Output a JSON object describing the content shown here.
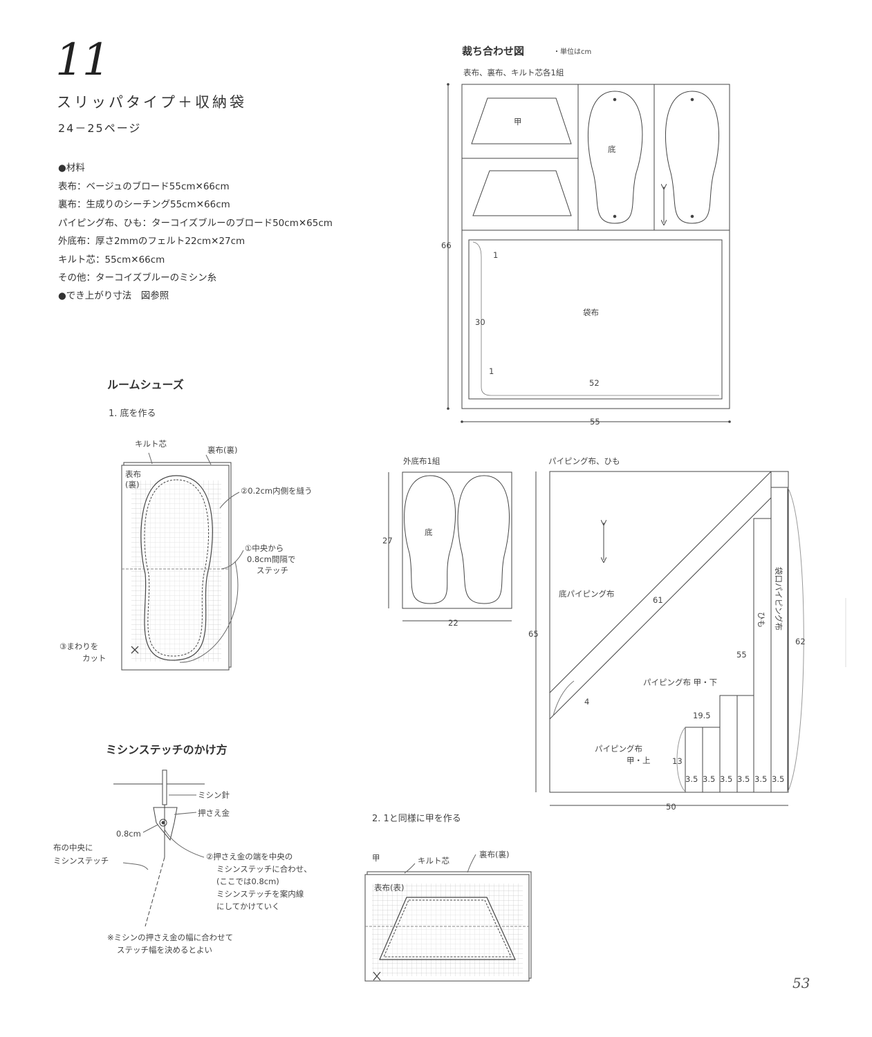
{
  "header": {
    "number": "11",
    "title": "スリッパタイプ＋収納袋",
    "pages": "24－25ページ"
  },
  "materials": {
    "heading": "●材料",
    "items": [
      "表布：ベージュのブロード55cm✕66cm",
      "裏布：生成りのシーチング55cm✕66cm",
      "パイピング布、ひも：ターコイズブルーのブロード50cm✕65cm",
      "外底布：厚さ2mmのフェルト22cm✕27cm",
      "キルト芯：55cm✕66cm",
      "その他：ターコイズブルーのミシン糸"
    ],
    "finish": "●でき上がり寸法　図参照"
  },
  "cutting": {
    "heading": "裁ち合わせ図",
    "unit": "・単位はcm",
    "note": "表布、裏布、キルト芯各1組",
    "kou": "甲",
    "soko": "底",
    "bag": "袋布",
    "dim_height": "66",
    "dim_width": "55",
    "dim_bag_w": "52",
    "dim_bag_h": "30",
    "dim_margin_top": "1",
    "dim_margin_bottom": "1"
  },
  "outsole": {
    "label": "外底布1組",
    "soko": "底",
    "dim_h": "27",
    "dim_w": "22"
  },
  "piping": {
    "label": "パイピング布、ひも",
    "soko_piping": "底パイピング布",
    "himo": "ひも",
    "bag_piping": "袋口パイピング布",
    "kou_bottom": "パイピング布 甲・下",
    "kou_top_1": "パイピング布",
    "kou_top_2": "甲・上",
    "d61": "61",
    "d65": "65",
    "d62": "62",
    "d55": "55",
    "d4": "4",
    "d195": "19.5",
    "d13": "13",
    "d50": "50",
    "d35": [
      "3.5",
      "3.5",
      "3.5",
      "3.5",
      "3.5",
      "3.5"
    ]
  },
  "roomshoes": {
    "heading": "ルームシューズ",
    "step1": "1. 底を作る",
    "quilt": "キルト芯",
    "ura": "裏布(裏)",
    "omote_1": "表布",
    "omote_2": "(裏)",
    "note2": "②0.2cm内側を縫う",
    "note1_1": "①中央から",
    "note1_2": "0.8cm間隔で",
    "note1_3": "ステッチ",
    "note3_1": "③まわりを",
    "note3_2": "カット"
  },
  "stitch": {
    "heading": "ミシンステッチのかけ方",
    "needle": "ミシン針",
    "foot": "押さえ金",
    "gap": "0.8cm",
    "center_1": "布の中央に",
    "center_2": "ミシンステッチ",
    "n2_1": "②押さえ金の端を中央の",
    "n2_2": "ミシンステッチに合わせ、",
    "n2_3": "(ここでは0.8cm)",
    "n2_4": "ミシンステッチを案内線",
    "n2_5": "にしてかけていく",
    "tip_1": "※ミシンの押さえ金の幅に合わせて",
    "tip_2": "ステッチ幅を決めるとよい"
  },
  "step2": {
    "heading": "2. 1と同様に甲を作る",
    "kou": "甲",
    "quilt": "キルト芯",
    "ura": "裏布(裏)",
    "omote": "表布(表)"
  },
  "page_number": "53"
}
